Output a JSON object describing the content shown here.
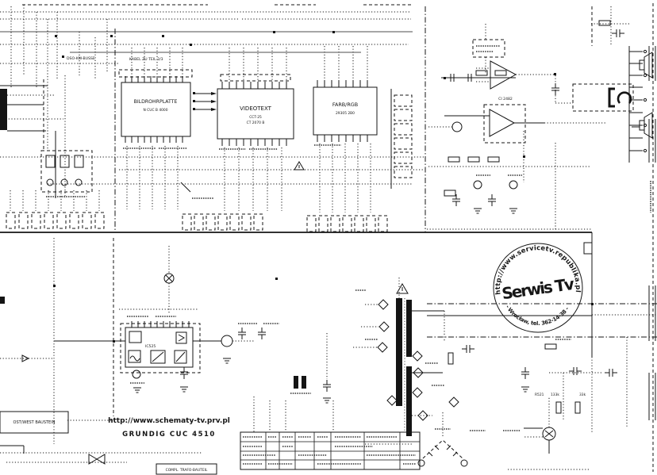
{
  "page": {
    "paper": "#ffffff",
    "ink": "#141414"
  },
  "modules": {
    "crt_board": {
      "title": "BILDROHRPLATTE",
      "sub": "N CUC B 4000"
    },
    "teletext": {
      "title": "VIDEOTEXT",
      "sub1": "CCT-25",
      "sub2": "CT 2070 B"
    },
    "rgb": {
      "title": "FARB/RGB",
      "sub": "29305 2B0"
    },
    "deflection_ic": "IC525",
    "audio_ic": "CI 2482",
    "east_west": "OST/WEST BAUSTEIN",
    "part_box": "COMPL. TRAFO-BAUTEIL"
  },
  "annotations": {
    "bus": "DSO-KW-BUSSE",
    "cable": "KABEL ZU TEIL 2/3",
    "r521": "R521",
    "r521_val": "133k",
    "r_val": "33k"
  },
  "stamp": {
    "arc_top": "http://www.servicetv.republika.pl",
    "name": "Serwis Tv",
    "arc_bottom": "- Wrocław, tel. 362-14-38 -"
  },
  "footer": {
    "url": "http://www.schematy-tv.prv.pl",
    "model": "GRUNDIG CUC 4510"
  }
}
